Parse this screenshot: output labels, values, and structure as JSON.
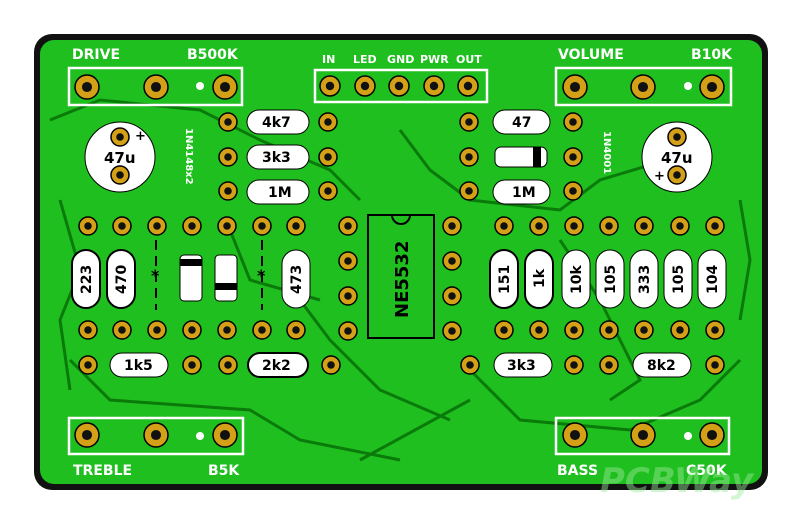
{
  "board": {
    "colors": {
      "copper": "#1fbf1f",
      "edge": "#111111",
      "trace": "#0a7a0a",
      "pad": "#d4a017",
      "silk": "#ffffff"
    },
    "labels": {
      "drive": "DRIVE",
      "b500k": "B500K",
      "volume": "VOLUME",
      "b10k": "B10K",
      "treble": "TREBLE",
      "b5k": "B5K",
      "bass": "BASS",
      "c50k": "C50K",
      "in": "IN",
      "led": "LED",
      "gnd": "GND",
      "pwr": "PWR",
      "out": "OUT",
      "diode_left": "1N4148x2",
      "diode_right": "1N4001",
      "ic": "NE5532",
      "watermark": "PCBWay"
    },
    "components": {
      "cap_left": "47u",
      "cap_right": "47u",
      "r_4k7": "4k7",
      "r_3k3_top": "3k3",
      "r_1m_left": "1M",
      "r_47": "47",
      "r_1m_right": "1M",
      "c_223": "223",
      "c_470": "470",
      "c_473": "473",
      "c_151": "151",
      "c_1k": "1k",
      "c_10k": "10k",
      "c_105a": "105",
      "c_333": "333",
      "c_105b": "105",
      "c_104": "104",
      "r_1k5": "1k5",
      "r_2k2": "2k2",
      "r_3k3_bot": "3k3",
      "r_8k2": "8k2",
      "plus": "+",
      "star": "*"
    }
  }
}
